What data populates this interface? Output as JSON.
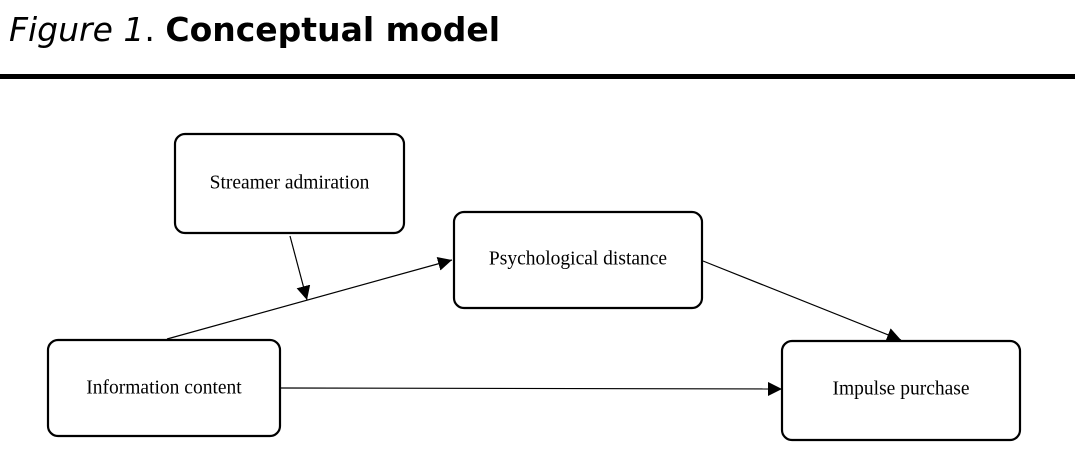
{
  "figure": {
    "label": "Figure 1",
    "separator": ". ",
    "title": "Conceptual model"
  },
  "diagram": {
    "nodes": {
      "streamer_admiration": "Streamer admiration",
      "psychological_distance": "Psychological distance",
      "information_content": "Information content",
      "impulse_purchase": "Impulse purchase"
    },
    "edges": [
      {
        "from": "information_content",
        "to": "psychological_distance"
      },
      {
        "from": "psychological_distance",
        "to": "impulse_purchase"
      },
      {
        "from": "information_content",
        "to": "impulse_purchase"
      },
      {
        "from": "streamer_admiration",
        "to": "information_content -> psychological_distance"
      }
    ]
  }
}
